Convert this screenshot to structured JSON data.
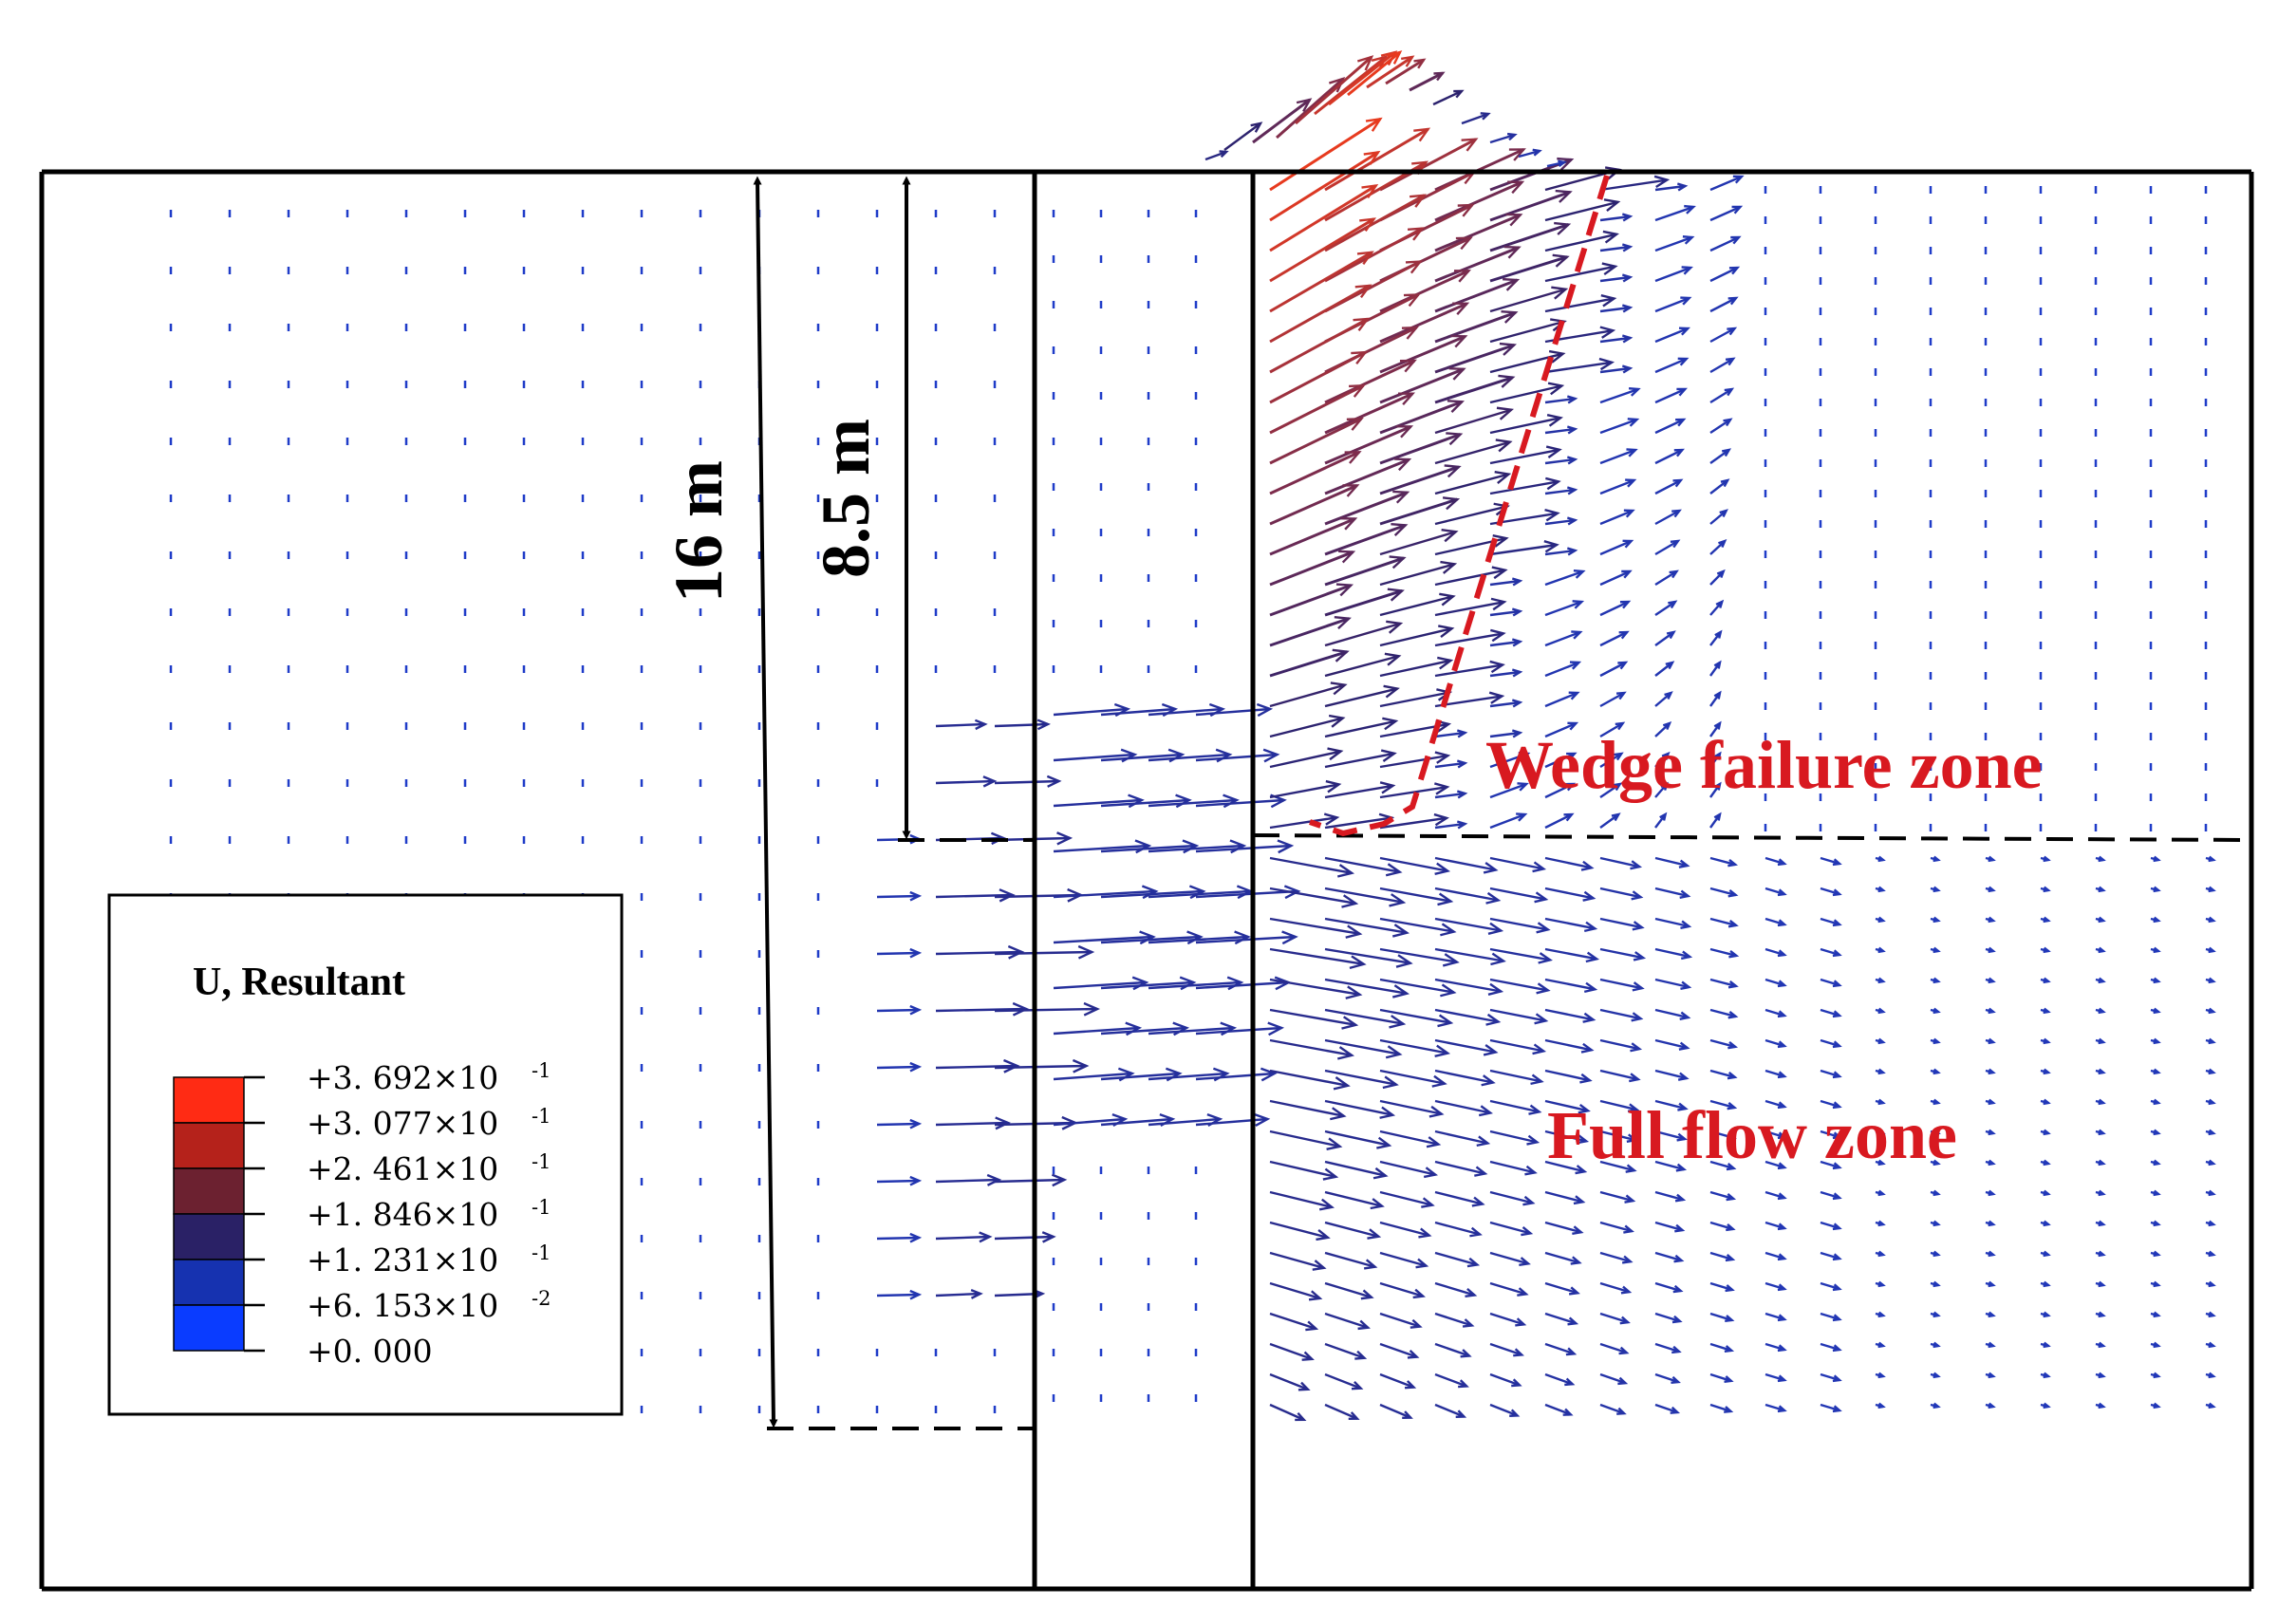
{
  "dimensions": {
    "deep": "16 m",
    "shallow": "8.5 m"
  },
  "zones": {
    "wedge": "Wedge failure zone",
    "flow": "Full flow zone"
  },
  "legend": {
    "title": "U, Resultant",
    "entries": [
      {
        "mantissa": "+3. 692×10",
        "exponent": "-1"
      },
      {
        "mantissa": "+3. 077×10",
        "exponent": "-1"
      },
      {
        "mantissa": "+2. 461×10",
        "exponent": "-1"
      },
      {
        "mantissa": "+1. 846×10",
        "exponent": "-1"
      },
      {
        "mantissa": "+1. 231×10",
        "exponent": "-1"
      },
      {
        "mantissa": "+6. 153×10",
        "exponent": "-2"
      },
      {
        "mantissa": "+0. 000",
        "exponent": ""
      }
    ],
    "colors": [
      "#ff2b14",
      "#b5221b",
      "#6c2130",
      "#2a2166",
      "#1632b0",
      "#0a3cff"
    ]
  },
  "colors": {
    "boundary": "#000000",
    "failure_line": "#d81920",
    "vector_low": "#1f3cc8",
    "vector_high": "#e83a1e"
  }
}
